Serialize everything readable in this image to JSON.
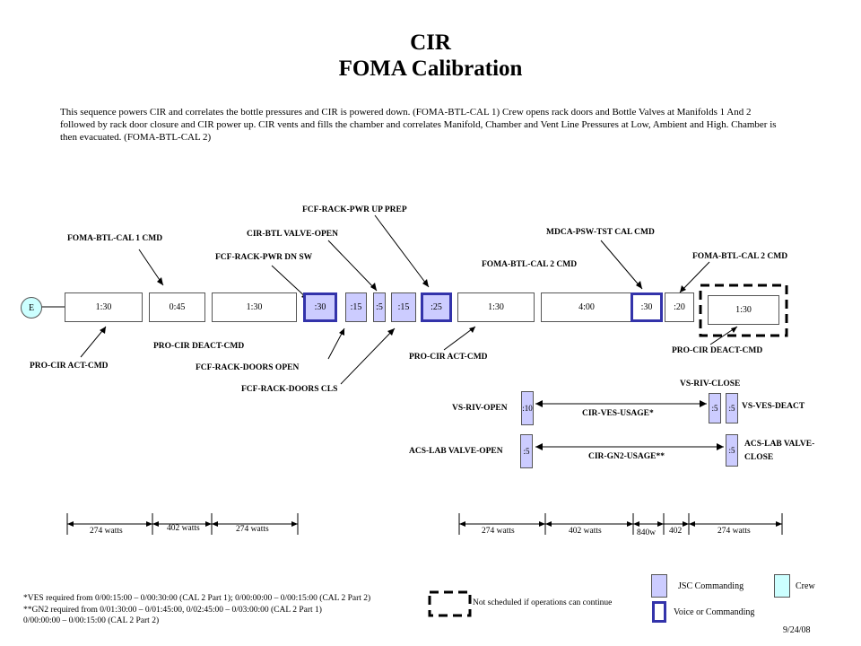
{
  "header": {
    "title": "CIR",
    "subtitle": "FOMA Calibration"
  },
  "description": "This sequence powers CIR and correlates the bottle pressures and CIR is powered down. (FOMA-BTL-CAL 1)  Crew opens rack doors and Bottle Valves at Manifolds 1 And 2 followed by rack door closure and CIR power up.  CIR vents and fills the chamber and correlates Manifold, Chamber and Vent Line Pressures at Low, Ambient and High.  Chamber is then evacuated.  (FOMA-BTL-CAL 2)",
  "start_marker": "E",
  "timeline": [
    "1:30",
    "0:45",
    "1:30",
    ":30",
    ":15",
    ":5",
    ":15",
    ":25",
    "1:30",
    "4:00",
    ":30",
    ":20",
    "1:30"
  ],
  "top_labels": {
    "foma1": "FOMA-BTL-CAL 1 CMD",
    "pwrdn": "FCF-RACK-PWR DN SW",
    "btlvalve": "CIR-BTL VALVE-OPEN",
    "pwrup": "FCF-RACK-PWR UP PREP",
    "foma2a": "FOMA-BTL-CAL 2 CMD",
    "mdca": "MDCA-PSW-TST CAL CMD",
    "foma2b": "FOMA-BTL-CAL 2 CMD"
  },
  "bottom_labels": {
    "act1": "PRO-CIR ACT-CMD",
    "deact1": "PRO-CIR DEACT-CMD",
    "doorsopen": "FCF-RACK-DOORS OPEN",
    "doorscls": "FCF-RACK-DOORS CLS",
    "act2": "PRO-CIR ACT-CMD",
    "deact2": "PRO-CIR DEACT-CMD"
  },
  "valves": {
    "vs_riv_open": "VS-RIV-OPEN",
    "vs_riv_open_dur": ":10",
    "ves_usage": "CIR-VES-USAGE*",
    "vs_riv_close": "VS-RIV-CLOSE",
    "vs_riv_close_dur": ":5",
    "vs_ves_deact": "VS-VES-DEACT",
    "vs_ves_deact_dur": ":5",
    "acs_open": "ACS-LAB VALVE-OPEN",
    "acs_open_dur": ":5",
    "gn2_usage": "CIR-GN2-USAGE**",
    "acs_close_dur": ":5",
    "acs_close_1": "ACS-LAB VALVE-",
    "acs_close_2": "CLOSE"
  },
  "power_left": [
    "274 watts",
    "402 watts",
    "274 watts"
  ],
  "power_right": [
    "274 watts",
    "402 watts",
    "840w",
    "402",
    "274 watts"
  ],
  "footnotes": [
    "*VES required from 0/00:15:00 – 0/00:30:00 (CAL 2 Part 1); 0/00:00:00 – 0/00:15:00 (CAL 2 Part 2)",
    "**GN2 required from 0/01:30:00 – 0/01:45:00, 0/02:45:00 – 0/03:00:00 (CAL 2 Part 1)",
    "0/00:00:00 – 0/00:15:00 (CAL 2 Part 2)"
  ],
  "legend": {
    "not_scheduled": "Not scheduled if operations can continue",
    "jsc": "JSC Commanding",
    "crew": "Crew",
    "voice": "Voice or Commanding"
  },
  "date": "9/24/08"
}
